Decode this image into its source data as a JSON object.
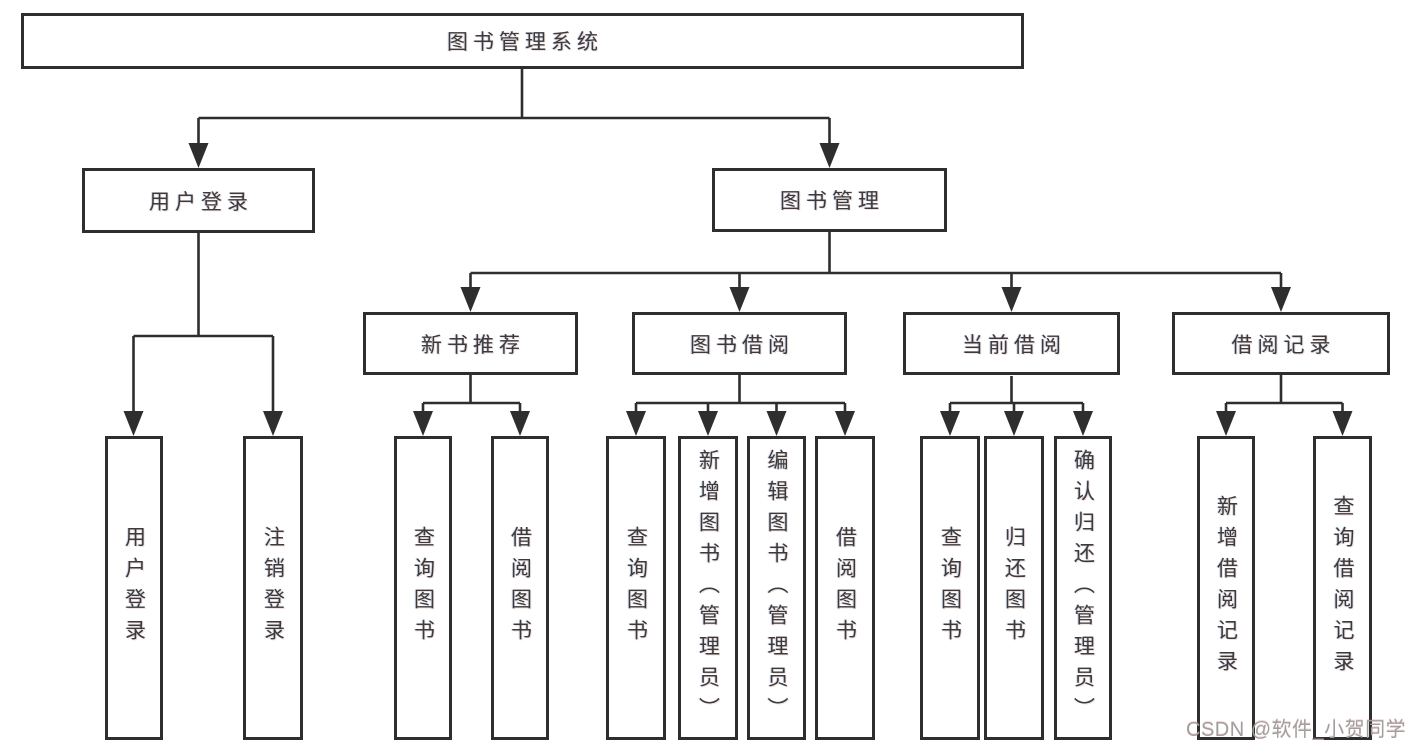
{
  "diagram_title": "图书管理系统",
  "tree": {
    "root": {
      "label": "图书管理系统"
    },
    "branches": [
      {
        "label": "用户登录",
        "children": [
          {
            "label": "用户登录"
          },
          {
            "label": "注销登录"
          }
        ]
      },
      {
        "label": "图书管理",
        "children": [
          {
            "label": "新书推荐",
            "children": [
              {
                "label": "查询图书"
              },
              {
                "label": "借阅图书"
              }
            ]
          },
          {
            "label": "图书借阅",
            "children": [
              {
                "label": "查询图书"
              },
              {
                "label": "新增图书（管理员）"
              },
              {
                "label": "编辑图书（管理员）"
              },
              {
                "label": "借阅图书"
              }
            ]
          },
          {
            "label": "当前借阅",
            "children": [
              {
                "label": "查询图书"
              },
              {
                "label": "归还图书"
              },
              {
                "label": "确认归还（管理员）"
              }
            ]
          },
          {
            "label": "借阅记录",
            "children": [
              {
                "label": "新增借阅记录"
              },
              {
                "label": "查询借阅记录"
              }
            ]
          }
        ]
      }
    ]
  },
  "watermark": "CSDN @软件_小贺同学",
  "colors": {
    "background": "#ffffff",
    "line": "#2e2e2e",
    "box_border": "#2e2e2e",
    "text": "#3b3b3b",
    "watermark": "#a0a0a0"
  }
}
